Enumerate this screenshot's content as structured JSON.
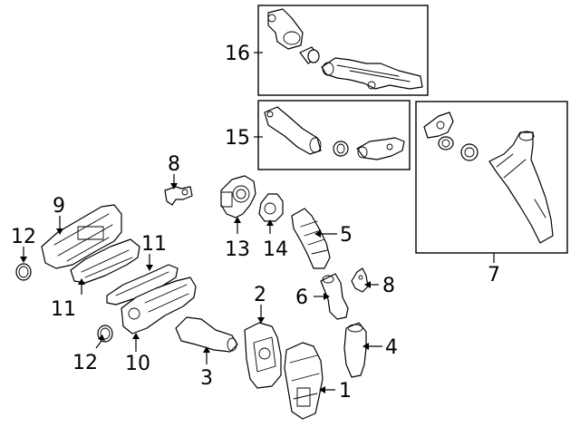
{
  "callouts": {
    "c1": "1",
    "c2": "2",
    "c3": "3",
    "c4": "4",
    "c5": "5",
    "c6": "6",
    "c7": "7",
    "c8a": "8",
    "c8b": "8",
    "c9": "9",
    "c10": "10",
    "c11a": "11",
    "c11b": "11",
    "c12a": "12",
    "c12b": "12",
    "c13": "13",
    "c14": "14",
    "c15": "15",
    "c16": "16"
  }
}
